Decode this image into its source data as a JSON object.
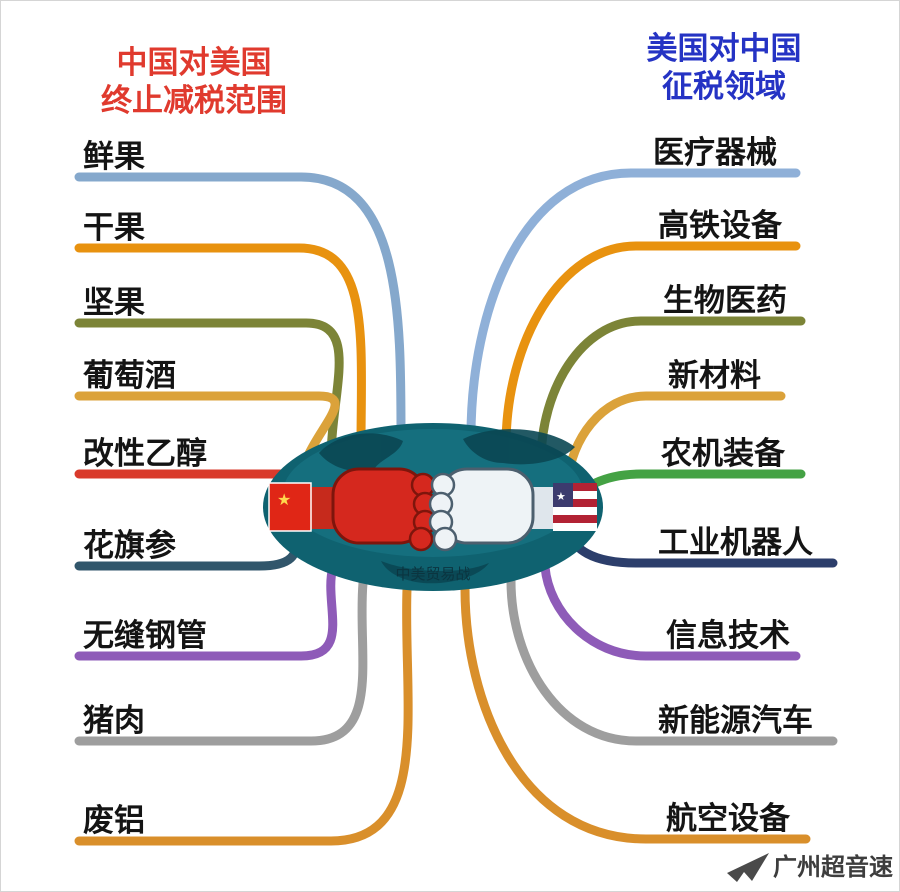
{
  "titles": {
    "left": {
      "line1": "中国对美国",
      "line2": "终止减税范围",
      "color": "#e03a2e"
    },
    "right": {
      "line1": "美国对中国",
      "line2": "征税领域",
      "color": "#2533c4"
    }
  },
  "center": {
    "caption": "中美贸易战",
    "sea_color": "#0f6270"
  },
  "left_branches": [
    {
      "label": "鲜果",
      "color": "#85a8cc"
    },
    {
      "label": "干果",
      "color": "#e8920f"
    },
    {
      "label": "坚果",
      "color": "#7c8437"
    },
    {
      "label": "葡萄酒",
      "color": "#dba23a"
    },
    {
      "label": "改性乙醇",
      "color": "#d93a2b"
    },
    {
      "label": "花旗参",
      "color": "#31566b"
    },
    {
      "label": "无缝钢管",
      "color": "#8e5bb8"
    },
    {
      "label": "猪肉",
      "color": "#9e9e9e"
    },
    {
      "label": "废铝",
      "color": "#d98f2b"
    }
  ],
  "right_branches": [
    {
      "label": "医疗器械",
      "color": "#8fb0d8"
    },
    {
      "label": "高铁设备",
      "color": "#e8920f"
    },
    {
      "label": "生物医药",
      "color": "#7c8437"
    },
    {
      "label": "新材料",
      "color": "#dba23a"
    },
    {
      "label": "农机装备",
      "color": "#44a244"
    },
    {
      "label": "工业机器人",
      "color": "#2c3e6b"
    },
    {
      "label": "信息技术",
      "color": "#8e5bb8"
    },
    {
      "label": "新能源汽车",
      "color": "#9e9e9e"
    },
    {
      "label": "航空设备",
      "color": "#d98f2b"
    }
  ],
  "watermark": {
    "text": "广州超音速"
  }
}
